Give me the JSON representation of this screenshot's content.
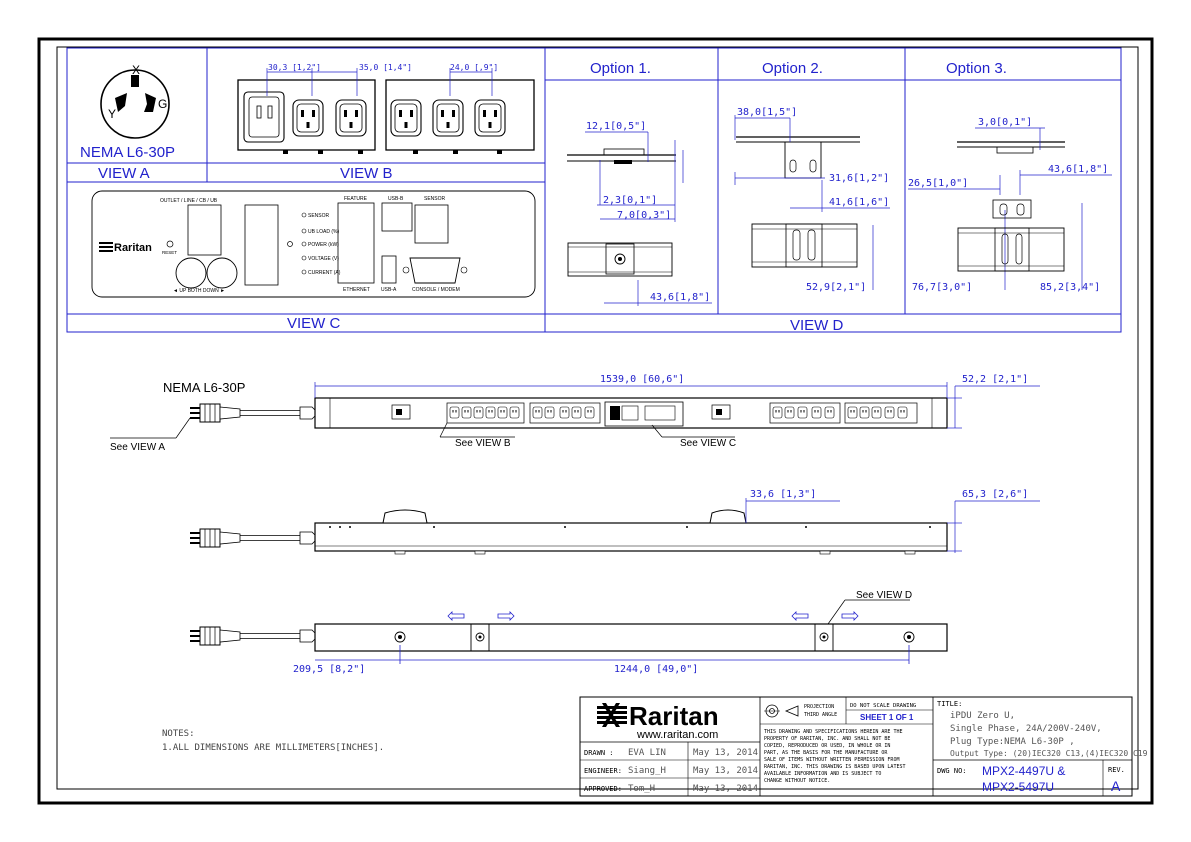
{
  "view_a": {
    "plug": "NEMA L6-30P",
    "title": "VIEW A",
    "pins": {
      "x": "X",
      "y": "Y",
      "g": "G"
    }
  },
  "view_b": {
    "title": "VIEW B",
    "dims": [
      "30,3 [1,2\"]",
      "35,0 [1,4\"]",
      "24,0 [,9\"]"
    ]
  },
  "view_c": {
    "title": "VIEW C",
    "header": "OUTLET / LINE / CB / UB",
    "logo": "Raritan",
    "reset": "RESET",
    "leds": [
      "SENSOR",
      "UB LOAD (%)",
      "POWER (kW)",
      "VOLTAGE (V)",
      "CURRENT (A)"
    ],
    "feature": "FEATURE",
    "usb_b": "USB-B",
    "sensor": "SENSOR",
    "ethernet": "ETHERNET",
    "usb_a": "USB-A",
    "console": "CONSOLE / MODEM",
    "buttons": "◄  UP  BOTH  DOWN  ►"
  },
  "view_d": {
    "title": "VIEW D",
    "option1": {
      "title": "Option 1.",
      "dims": [
        "12,1[0,5\"]",
        "2,3[0,1\"]",
        "7,0[0,3\"]",
        "43,6[1,8\"]"
      ]
    },
    "option2": {
      "title": "Option  2.",
      "dims": [
        "38,0[1,5\"]",
        "31,6[1,2\"]",
        "41,6[1,6\"]",
        "52,9[2,1\"]"
      ]
    },
    "option3": {
      "title": "Option 3.",
      "dims": [
        "3,0[0,1\"]",
        "26,5[1,0\"]",
        "43,6[1,8\"]",
        "76,7[3,0\"]",
        "85,2[3,4\"]"
      ]
    }
  },
  "main": {
    "plug": "NEMA L6-30P",
    "see_a": "See VIEW A",
    "see_b": "See VIEW B",
    "see_c": "See VIEW C",
    "see_d": "See VIEW D",
    "length": "1539,0 [60,6\"]",
    "width": "52,2 [2,1\"]",
    "side_dim1": "33,6 [1,3\"]",
    "side_dim2": "65,3 [2,6\"]",
    "bottom_dim1": "209,5 [8,2\"]",
    "bottom_dim2": "1244,0 [49,0\"]"
  },
  "notes": {
    "title": "NOTES:",
    "line1": "1.ALL DIMENSIONS ARE MILLIMETERS[INCHES]."
  },
  "title_block": {
    "logo": "Raritan",
    "url": "www.raritan.com",
    "drawn_label": "DRAWN :",
    "drawn_name": "EVA LIN",
    "drawn_date": "May 13, 2014",
    "engineer_label": "ENGINEER:",
    "engineer_name": "Siang_H",
    "engineer_date": "May 13, 2014",
    "approved_label": "APPROVED:",
    "approved_name": "Tom_H",
    "approved_date": "May 13, 2014",
    "projection": "PROJECTION",
    "third_angle": "THIRD ANGLE",
    "do_not_scale": "DO NOT SCALE DRAWING",
    "sheet": "SHEET 1 OF 1",
    "disclaimer": [
      "THIS DRAWING AND SPECIFICATIONS HEREIN ARE THE",
      "PROPERTY OF RARITAN, INC. AND SHALL NOT BE",
      "COPIED, REPRODUCED OR USED, IN WHOLE OR IN",
      "PART, AS THE BASIS FOR THE MANUFACTURE OR",
      "SALE OF ITEMS WITHOUT WRITTEN PERMISSION FROM",
      "RARITAN, INC. THIS DRAWING IS BASED UPON LATEST",
      "AVAILABLE INFORMATION AND IS SUBJECT TO",
      "CHANGE WITHOUT NOTICE."
    ],
    "title_label": "TITLE:",
    "title_lines": [
      "iPDU Zero U,",
      "Single Phase, 24A/200V-240V,",
      "Plug Type:NEMA L6-30P ,",
      "Output Type: (20)IEC320 C13,(4)IEC320 C19"
    ],
    "dwg_label": "DWG NO:",
    "dwg1": "MPX2-4497U &",
    "dwg2": "MPX2-5497U",
    "rev_label": "REV.",
    "rev": "A"
  },
  "colors": {
    "blue": "#2222cc",
    "black": "#000000"
  }
}
